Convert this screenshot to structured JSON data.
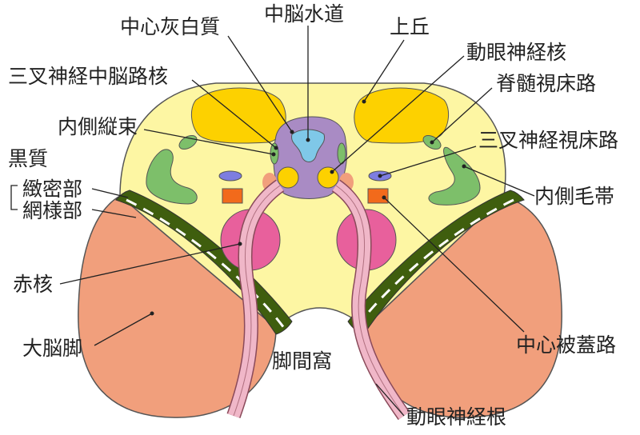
{
  "labels": {
    "central_gray": "中心灰白質",
    "aqueduct": "中脳水道",
    "superior_colliculus": "上丘",
    "oculomotor_nucleus": "動眼神経核",
    "mesencephalic_trigeminal_nucleus": "三叉神経中脳路核",
    "spinothalamic_tract": "脊髄視床路",
    "mlf": "内側縦束",
    "trigeminothalamic_tract": "三叉神経視床路",
    "substantia_nigra": "黒質",
    "pars_compacta": "緻密部",
    "pars_reticulata": "網様部",
    "medial_lemniscus": "内側毛帯",
    "red_nucleus": "赤核",
    "cerebral_peduncle": "大脳脚",
    "interpeduncular_fossa": "脚間窩",
    "central_tegmental_tract": "中心被蓋路",
    "oculomotor_root": "動眼神経根"
  },
  "colors": {
    "tegmentum": "#fdf6a3",
    "colliculus": "#fdd100",
    "central_gray": "#a98bc4",
    "aqueduct": "#7fc8e8",
    "peduncle": "#f19f7c",
    "nigra": "#3f5e0e",
    "lemniscus": "#7dbf6a",
    "red_nucleus": "#e8609c",
    "tegmental_tract": "#f26a1b",
    "trigeminothalamic": "#7d7de0",
    "root": "#f0b7c8"
  }
}
